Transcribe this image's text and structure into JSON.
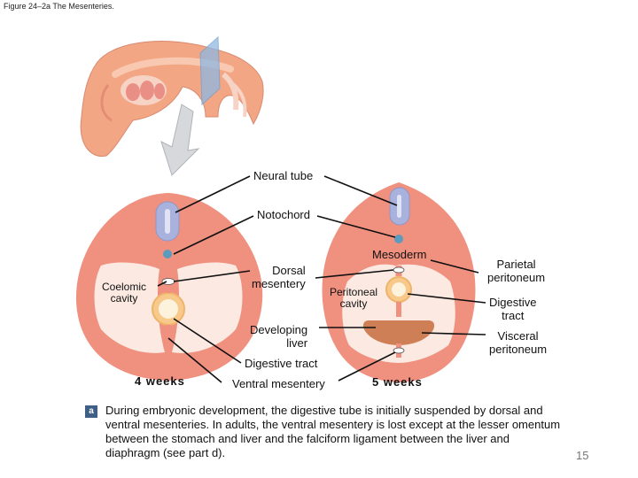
{
  "figure_title": "Figure 24–2a The Mesenteries.",
  "labels": {
    "neural_tube": "Neural tube",
    "notochord": "Notochord",
    "mesoderm": "Mesoderm",
    "parietal_peritoneum": "Parietal\nperitoneum",
    "coelomic_cavity": "Coelomic\ncavity",
    "dorsal_mesentery": "Dorsal\nmesentery",
    "peritoneal_cavity": "Peritoneal\ncavity",
    "digestive_tract_right": "Digestive\ntract",
    "developing_liver": "Developing\nliver",
    "visceral_peritoneum": "Visceral\nperitoneum",
    "digestive_tract_center": "Digestive tract",
    "ventral_mesentery": "Ventral mesentery",
    "four_weeks": "4 weeks",
    "five_weeks": "5 weeks"
  },
  "caption": {
    "marker": "a",
    "text": "During embryonic development, the digestive tube is initially suspended by dorsal and ventral mesenteries. In adults, the ventral mesentery is lost except at the lesser omentum between the stomach and liver and the falciform ligament between the liver and diaphragm (see part d)."
  },
  "page_number": "15",
  "colors": {
    "tissue": "#f0907f",
    "tissue_light": "#f6b6a6",
    "cavity": "#fbe9e2",
    "neural_tube": "#a9b2dc",
    "notochord": "#5b9bbd",
    "gut": "#f7c98a",
    "liver": "#cf7f56",
    "plane": "#8fb8e3",
    "arrow": "#d5d7db"
  }
}
